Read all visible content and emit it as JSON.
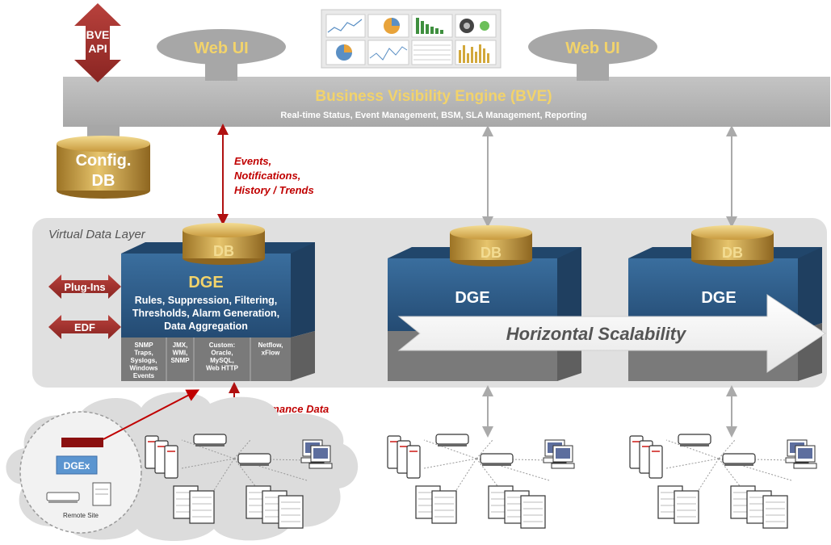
{
  "bve_api": {
    "line1": "BVE",
    "line2": "API"
  },
  "web_ui": {
    "left": "Web UI",
    "right": "Web UI"
  },
  "bve": {
    "title": "Business Visibility Engine (BVE)",
    "subtitle": "Real-time Status, Event Management, BSM, SLA Management, Reporting"
  },
  "config_db": {
    "line1": "Config.",
    "line2": "DB"
  },
  "events_annotation": [
    "Events,",
    "Notifications,",
    "History / Trends"
  ],
  "virtual_data_layer": "Virtual Data Layer",
  "db_label": "DB",
  "dge_main": {
    "title": "DGE",
    "desc": [
      "Rules, Suppression, Filtering,",
      "Thresholds,  Alarm Generation,",
      "Data Aggregation"
    ],
    "collectors": [
      [
        "SNMP",
        "Traps,",
        "Syslogs,",
        "Windows",
        "Events"
      ],
      [
        "JMX,",
        "WMI,",
        "SNMP"
      ],
      [
        "Custom:",
        "Oracle,",
        "MySQL,",
        "Web HTTP"
      ],
      [
        "Netflow,",
        "xFlow"
      ]
    ]
  },
  "dge_label": "DGE",
  "plugins_label": "Plug-Ins",
  "edf_label": "EDF",
  "horizontal_scalability": "Horizontal Scalability",
  "performance_data": "Performance Data",
  "dgex_label": "DGEx",
  "remote_site_label": "Remote Site",
  "colors": {
    "gray_bar": "#b3b3b3",
    "web_ui_text": "#f2d36b",
    "dark_red": "#a1322f",
    "annotation_red": "#c00000",
    "dge_blue": "#2e5a86",
    "gold": "#c79a3a"
  },
  "icons": [
    "dashboard-thumbnail-icon",
    "server-rack-icon",
    "router-icon",
    "workstation-icon",
    "network-cloud-icon"
  ]
}
